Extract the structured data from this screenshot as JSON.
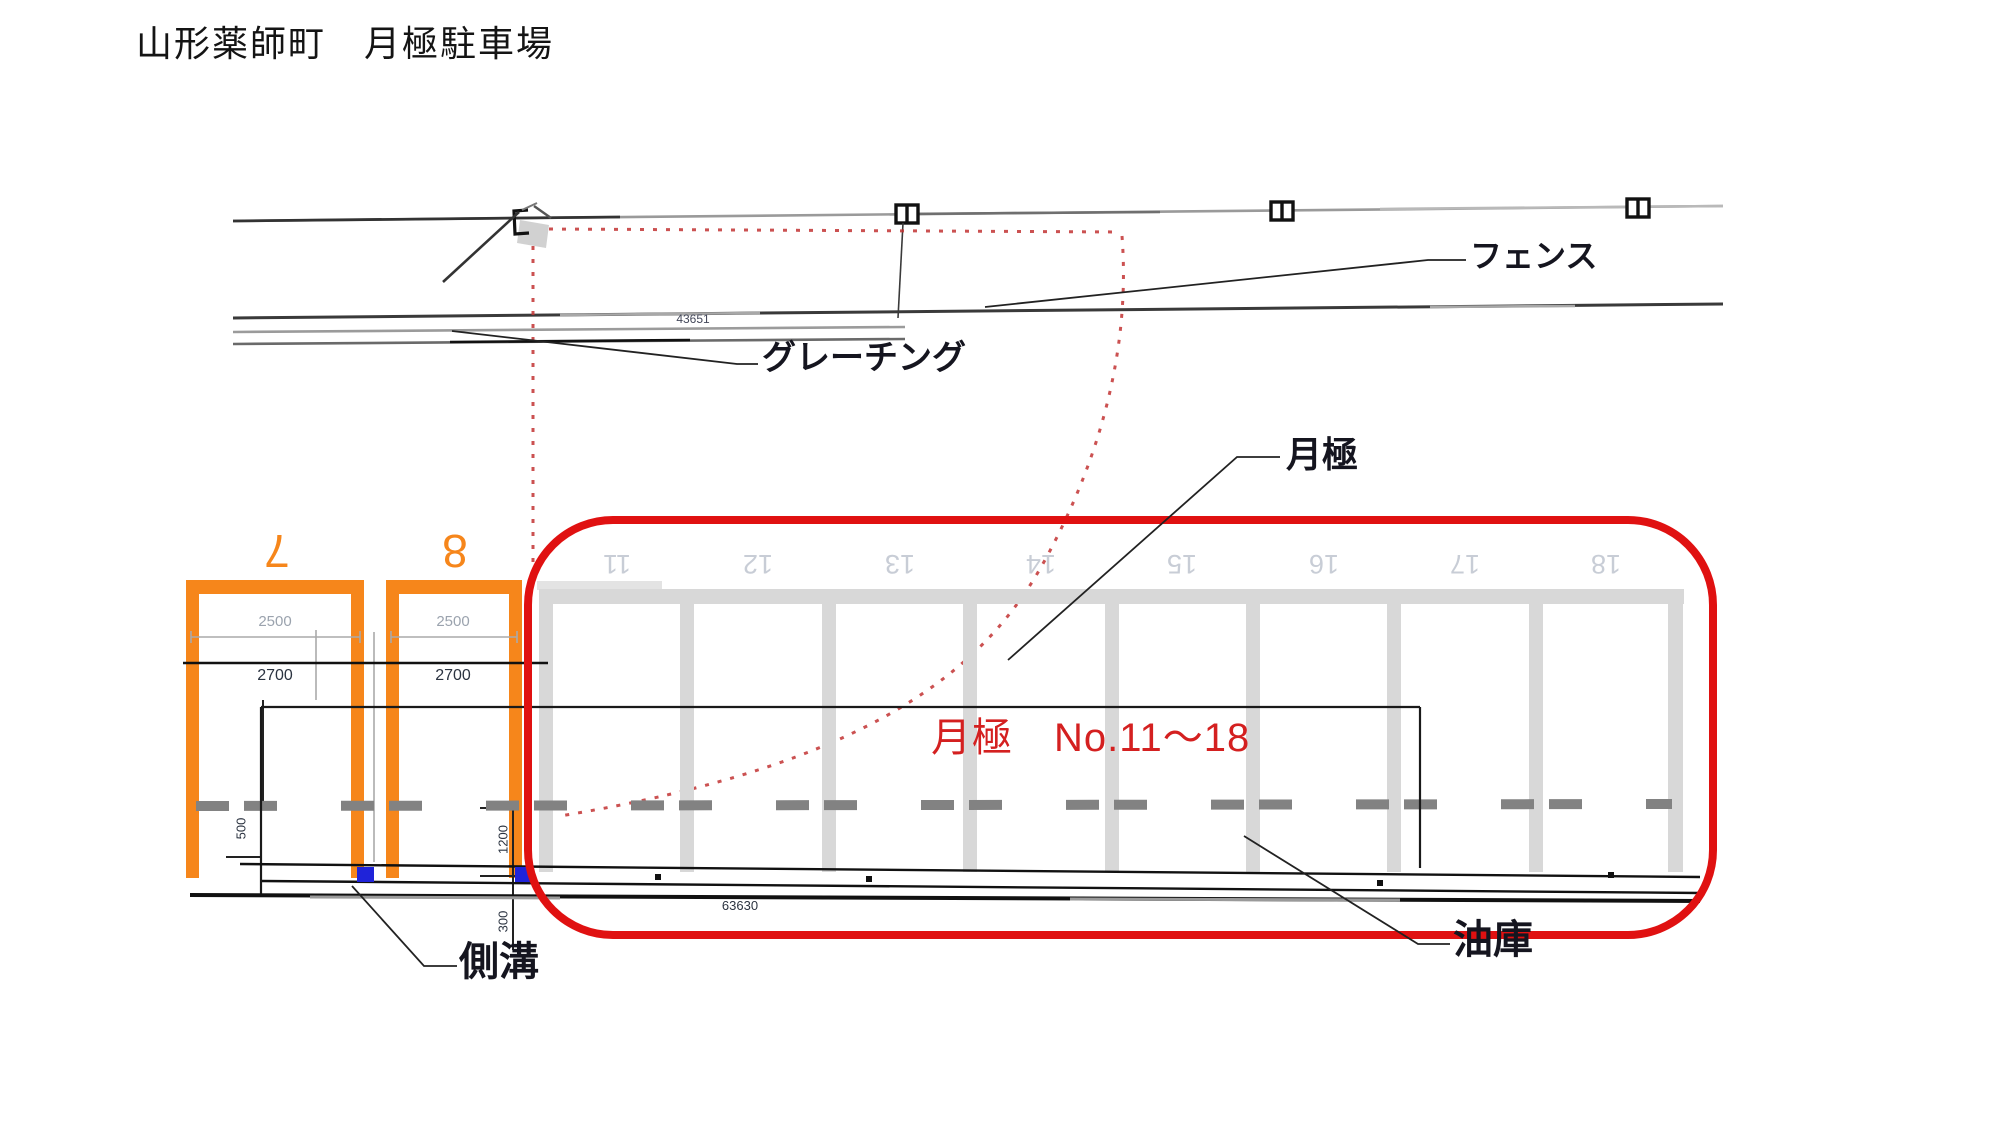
{
  "title": "山形薬師町　月極駐車場",
  "annotations": {
    "fence": "フェンス",
    "grating": "グレーチング",
    "monthly": "月極",
    "side_gutter": "側溝",
    "oil_storage": "油庫"
  },
  "highlight": {
    "text": "月極　No.11～18"
  },
  "stalls": {
    "numbers": [
      "11",
      "12",
      "13",
      "14",
      "15",
      "16",
      "17",
      "18"
    ],
    "orange_numbers": [
      "7",
      "8"
    ]
  },
  "dimensions": {
    "stall7_inner_width": "2500",
    "stall7_outer_width": "2700",
    "stall8_inner_width": "2500",
    "stall8_outer_width": "2700",
    "gutter_depth": "500",
    "stall_depth": "1200",
    "edge_depth": "300",
    "total_length": "63630",
    "fence_length": "43651"
  },
  "colors": {
    "highlight_red": "#e01111",
    "note_red": "#d42020",
    "dotted_red": "#c23333",
    "stall_orange": "#f6861b",
    "stall_gray": "#d8d8d8",
    "faded_number_gray": "#c8cdd6",
    "dash_gray": "#828282",
    "marker_blue": "#1f23d9",
    "line_black": "#141414"
  }
}
